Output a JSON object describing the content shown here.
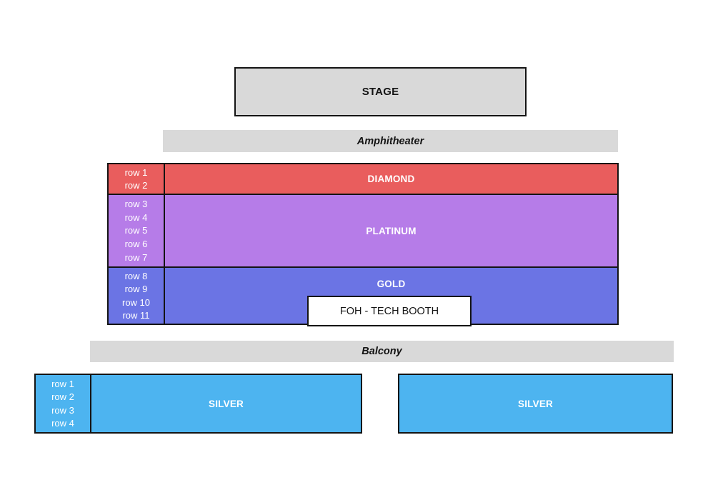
{
  "diagram": {
    "stage": {
      "label": "STAGE"
    },
    "amphitheater": {
      "label": "Amphitheater"
    },
    "balcony": {
      "label": "Balcony"
    },
    "foh_booth": {
      "label": "FOH - TECH BOOTH"
    },
    "sections": {
      "diamond": {
        "label": "DIAMOND",
        "color": "#E95D5D",
        "rows": [
          "row 1",
          "row 2"
        ]
      },
      "platinum": {
        "label": "PLATINUM",
        "color": "#B67CE8",
        "rows": [
          "row 3",
          "row 4",
          "row 5",
          "row 6",
          "row 7"
        ]
      },
      "gold": {
        "label": "GOLD",
        "color": "#6B74E4",
        "rows": [
          "row 8",
          "row 9",
          "row 10",
          "row 11"
        ]
      },
      "silver_left": {
        "label": "SILVER",
        "color": "#4DB4F0",
        "rows": [
          "row 1",
          "row 2",
          "row 3",
          "row 4"
        ]
      },
      "silver_right": {
        "label": "SILVER",
        "color": "#4DB4F0"
      }
    },
    "colors": {
      "stage_fill": "#D9D9D9",
      "tier_bar_fill": "#D9D9D9",
      "border": "#141414",
      "section_text": "#FFFFFF"
    }
  }
}
